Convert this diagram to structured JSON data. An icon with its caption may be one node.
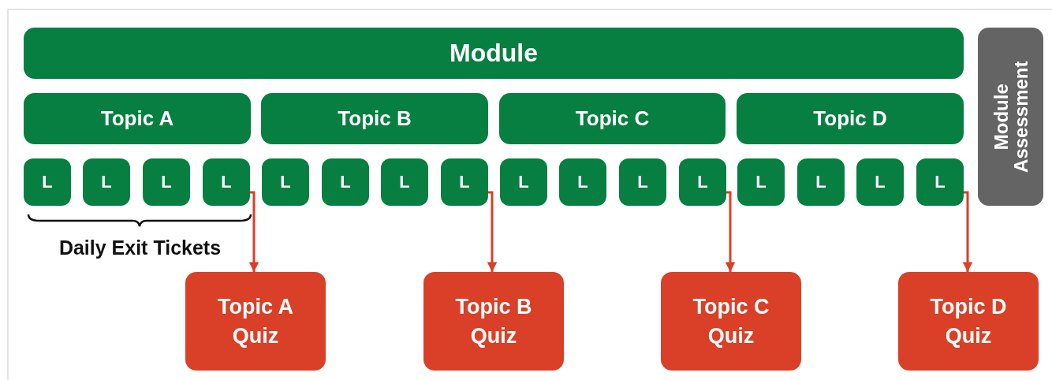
{
  "diagram": {
    "nodes": [
      {
        "text": [
          "Module"
        ]
      },
      {
        "text": [
          "Topic A"
        ]
      },
      {
        "text": [
          "Topic B"
        ]
      },
      {
        "text": [
          "Topic C"
        ]
      },
      {
        "text": [
          "Topic D"
        ]
      },
      {
        "text": [
          "L"
        ]
      },
      {
        "text": [
          "L"
        ]
      },
      {
        "text": [
          "L"
        ]
      },
      {
        "text": [
          "L"
        ]
      },
      {
        "text": [
          "L"
        ]
      },
      {
        "text": [
          "L"
        ]
      },
      {
        "text": [
          "L"
        ]
      },
      {
        "text": [
          "L"
        ]
      },
      {
        "text": [
          "L"
        ]
      },
      {
        "text": [
          "L"
        ]
      },
      {
        "text": [
          "L"
        ]
      },
      {
        "text": [
          "L"
        ]
      },
      {
        "text": [
          "L"
        ]
      },
      {
        "text": [
          "L"
        ]
      },
      {
        "text": [
          "L"
        ]
      },
      {
        "text": [
          "L"
        ]
      },
      {
        "text": [
          "Module Assessment"
        ]
      },
      {
        "text": [
          "Topic A Quiz"
        ]
      },
      {
        "text": [
          "Topic B Quiz"
        ]
      },
      {
        "text": [
          "Topic C Quiz"
        ]
      },
      {
        "text": [
          "Topic D Quiz"
        ]
      }
    ],
    "edges": [
      {
        "from": 8,
        "to": 22,
        "arrow": "to"
      },
      {
        "from": 12,
        "to": 23,
        "arrow": "to"
      },
      {
        "from": 16,
        "to": 24,
        "arrow": "to"
      },
      {
        "from": 20,
        "to": 25,
        "arrow": "to"
      }
    ],
    "labels": [
      "Daily Exit Tickets"
    ]
  }
}
